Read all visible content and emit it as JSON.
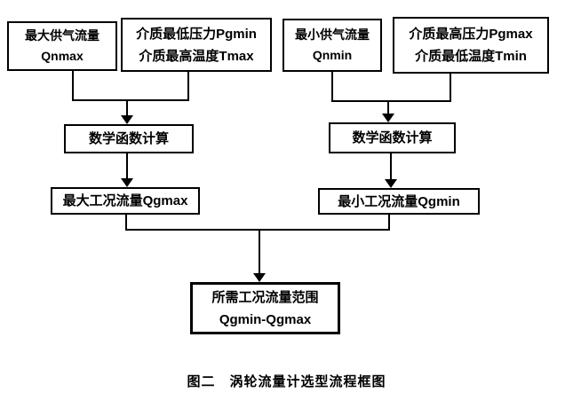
{
  "diagram": {
    "caption": "图二　涡轮流量计选型流程框图",
    "nodes": {
      "qnmax": {
        "line1": "最大供气流量",
        "line2": "Qnmax"
      },
      "pgmin_tmax": {
        "line1": "介质最低压力Pgmin",
        "line2": "介质最高温度Tmax"
      },
      "qnmin": {
        "line1": "最小供气流量",
        "line2": "Qnmin"
      },
      "pgmax_tmin": {
        "line1": "介质最高压力Pgmax",
        "line2": "介质最低温度Tmin"
      },
      "math_left": {
        "label": "数学函数计算"
      },
      "math_right": {
        "label": "数学函数计算"
      },
      "qgmax": {
        "label": "最大工况流量Qgmax"
      },
      "qgmin": {
        "label": "最小工况流量Qgmin"
      },
      "result": {
        "line1": "所需工况流量范围",
        "line2": "Qgmin-Qgmax"
      }
    },
    "colors": {
      "line": "#000000",
      "background": "#ffffff",
      "text": "#000000"
    }
  }
}
